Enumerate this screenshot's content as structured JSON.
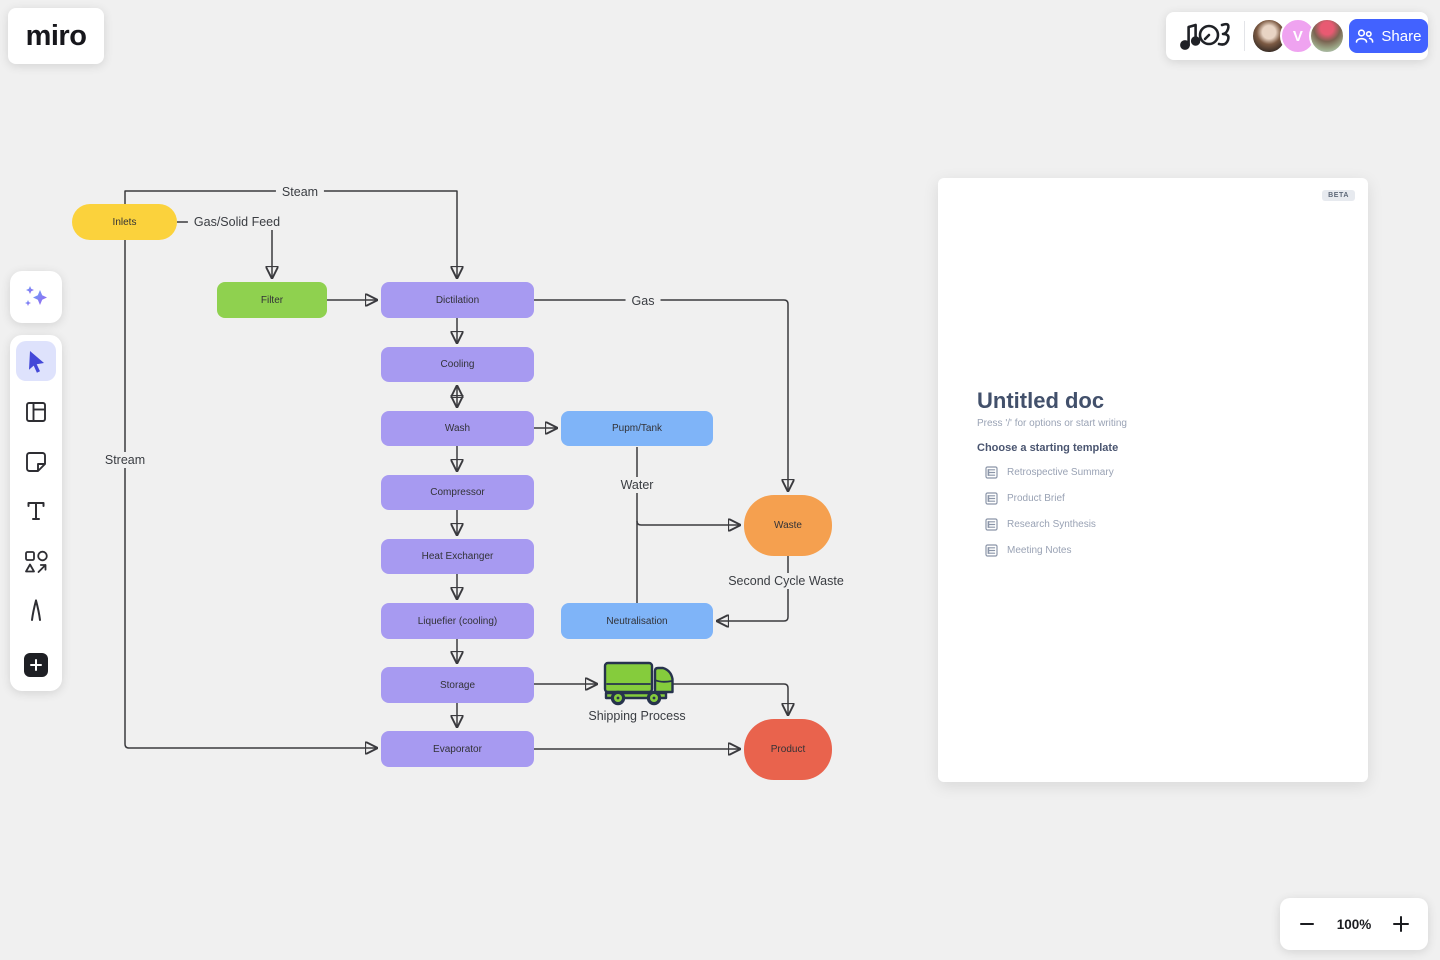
{
  "app": {
    "logo_text": "miro"
  },
  "topbar": {
    "share_label": "Share",
    "avatars": [
      {
        "name": "collaborator-photo-1",
        "initial": ""
      },
      {
        "name": "collaborator-v",
        "initial": "V"
      },
      {
        "name": "collaborator-photo-2",
        "initial": ""
      }
    ],
    "icons": [
      "music-doodle-icon",
      "share-people-icon"
    ]
  },
  "tool_rail": {
    "icons": [
      "ai-sparkles-icon",
      "cursor-icon",
      "frames-icon",
      "sticky-note-icon",
      "text-icon",
      "shapes-icon",
      "pen-icon",
      "add-plus-icon"
    ],
    "selected_tool": "cursor"
  },
  "colors": {
    "brand_blue": "#4262FF",
    "canvas_gray": "#F0F0F0",
    "node_purple": "#A79AF1",
    "node_blue": "#7FB4F8",
    "node_green": "#8FD14F",
    "node_yellow": "#FBD23C",
    "node_orange": "#F5A04F",
    "node_red": "#E9634D",
    "connector_dark": "#3A3A3E"
  },
  "flowchart": {
    "nodes": [
      {
        "id": "inlets",
        "label": "Inlets"
      },
      {
        "id": "filter",
        "label": "Filter"
      },
      {
        "id": "dictilation",
        "label": "Dictilation"
      },
      {
        "id": "cooling",
        "label": "Cooling"
      },
      {
        "id": "wash",
        "label": "Wash"
      },
      {
        "id": "pump_tank",
        "label": "Pupm/Tank"
      },
      {
        "id": "compressor",
        "label": "Compressor"
      },
      {
        "id": "heat_exchanger",
        "label": "Heat Exchanger"
      },
      {
        "id": "liquefier",
        "label": "Liquefier (cooling)"
      },
      {
        "id": "storage",
        "label": "Storage"
      },
      {
        "id": "evaporator",
        "label": "Evaporator"
      },
      {
        "id": "neutralisation",
        "label": "Neutralisation"
      },
      {
        "id": "waste",
        "label": "Waste"
      },
      {
        "id": "product",
        "label": "Product"
      }
    ],
    "edge_labels": {
      "steam": "Steam",
      "gas_solid_feed": "Gas/Solid Feed",
      "gas": "Gas",
      "water": "Water",
      "stream": "Stream",
      "second_cycle_waste": "Second Cycle Waste",
      "shipping_process": "Shipping Process"
    }
  },
  "doc_panel": {
    "beta_badge": "BETA",
    "title": "Untitled doc",
    "hint": "Press '/' for options or start writing",
    "templates_heading": "Choose a starting template",
    "templates": [
      {
        "label": "Retrospective Summary"
      },
      {
        "label": "Product Brief"
      },
      {
        "label": "Research Synthesis"
      },
      {
        "label": "Meeting Notes"
      }
    ]
  },
  "zoom_control": {
    "level": "100%"
  }
}
